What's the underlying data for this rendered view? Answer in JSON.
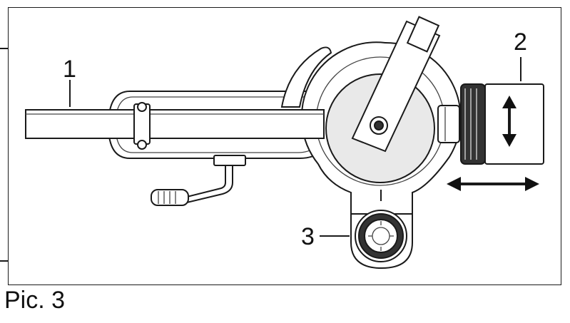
{
  "caption": "Pic. 3",
  "callouts": [
    {
      "id": "1",
      "label": "1"
    },
    {
      "id": "2",
      "label": "2"
    },
    {
      "id": "3",
      "label": "3"
    }
  ],
  "colors": {
    "line": "#1a1a1a",
    "background": "#ffffff",
    "shade": "#e9e9e9"
  },
  "icons": [
    "double-arrow-vertical-icon",
    "double-arrow-horizontal-icon"
  ]
}
